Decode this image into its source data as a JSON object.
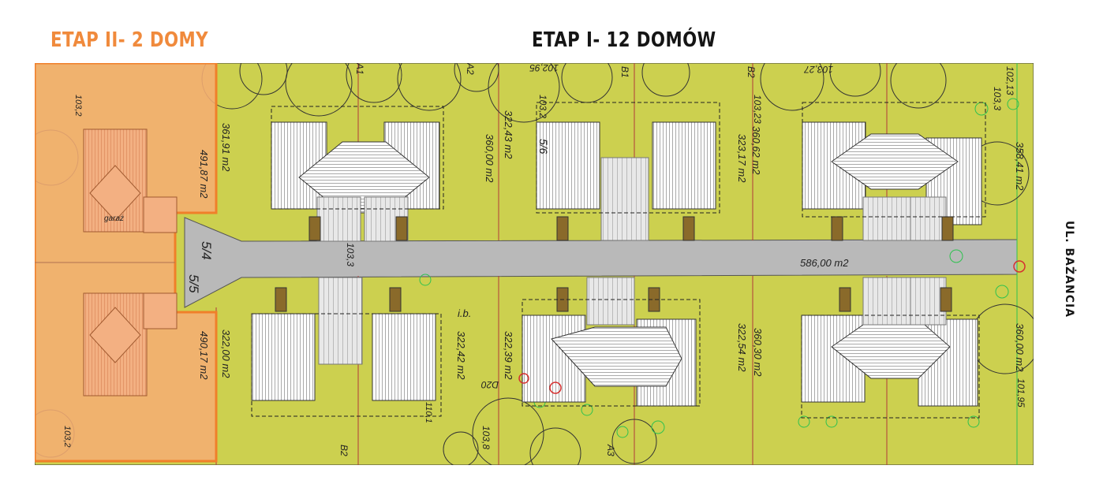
{
  "headings": {
    "etap2": "ETAP II- 2 DOMY",
    "etap1": "ETAP I- 12 DOMÓW",
    "street": "UL. BAŻANCIA"
  },
  "colors": {
    "site": "#ccd04f",
    "etap2_zone": "#f5ad73",
    "etap2_border": "#f07f2a",
    "road": "#b9b9b9",
    "lines": "#3a3a3a",
    "property_lines": "#b23a3a",
    "trees": "#2ec24f"
  },
  "map": {
    "areas": {
      "left_top": "491,87 m2",
      "left_bottom": "490,17 m2",
      "p1_top": "361,91 m2",
      "p1_bottom": "322,00 m2",
      "p2_top": "360,00 m2",
      "p3_top": "322,43 m2",
      "p3_bottom": "322,42 m2",
      "p4_top": "323,17 m2",
      "p4_bottom": "322,39 m2",
      "p5_top": "360,62 m2",
      "p5_bottom": "322,54 m2",
      "p6_bottom": "360,30 m2",
      "p7_top": "358,41 m2",
      "p7_bottom": "360,00 m2",
      "road": "586,00 m2"
    },
    "parcels": {
      "left_split_top": "5/4",
      "left_split_bottom": "5/5",
      "mid_top": "5/6"
    },
    "elevations": {
      "e1": "103,2",
      "e2": "102,95",
      "e3": "103,2",
      "e4": "103,23",
      "e5": "103,27",
      "e6": "102,13",
      "e7": "103,3",
      "e8": "103,3",
      "e9": "103,8",
      "e10": "103,2",
      "e11": "101,95",
      "e12": "110,1"
    },
    "marks": {
      "a1": "A1",
      "a2": "A2",
      "a3": "A3",
      "b1": "B1",
      "b2": "B2",
      "b2b": "B2",
      "ib": "i.b.",
      "d20": "D20",
      "garaz": "garaż"
    }
  }
}
